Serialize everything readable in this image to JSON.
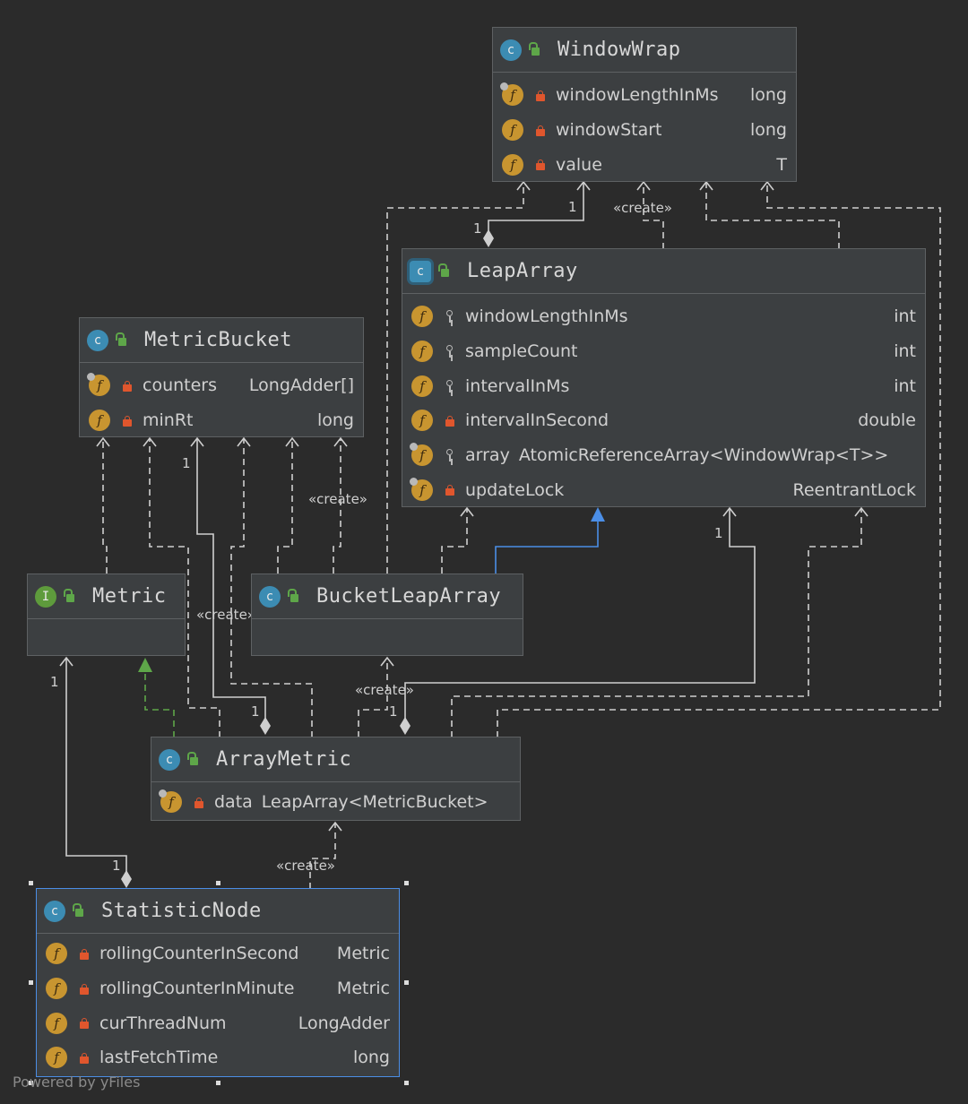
{
  "classes": {
    "window_wrap": {
      "name": "WindowWrap",
      "fields": [
        {
          "name": "windowLengthInMs",
          "type": "long"
        },
        {
          "name": "windowStart",
          "type": "long"
        },
        {
          "name": "value",
          "type": "T"
        }
      ]
    },
    "leap_array": {
      "name": "LeapArray",
      "fields": [
        {
          "name": "windowLengthInMs",
          "type": "int"
        },
        {
          "name": "sampleCount",
          "type": "int"
        },
        {
          "name": "intervalInMs",
          "type": "int"
        },
        {
          "name": "intervalInSecond",
          "type": "double"
        },
        {
          "name": "array",
          "type": "AtomicReferenceArray<WindowWrap<T>>"
        },
        {
          "name": "updateLock",
          "type": "ReentrantLock"
        }
      ]
    },
    "metric_bucket": {
      "name": "MetricBucket",
      "fields": [
        {
          "name": "counters",
          "type": "LongAdder[]"
        },
        {
          "name": "minRt",
          "type": "long"
        }
      ]
    },
    "metric": {
      "name": "Metric"
    },
    "bucket_leap_array": {
      "name": "BucketLeapArray"
    },
    "array_metric": {
      "name": "ArrayMetric",
      "fields": [
        {
          "name": "data",
          "type": "LeapArray<MetricBucket>"
        }
      ]
    },
    "statistic_node": {
      "name": "StatisticNode",
      "fields": [
        {
          "name": "rollingCounterInSecond",
          "type": "Metric"
        },
        {
          "name": "rollingCounterInMinute",
          "type": "Metric"
        },
        {
          "name": "curThreadNum",
          "type": "LongAdder"
        },
        {
          "name": "lastFetchTime",
          "type": "long"
        }
      ]
    }
  },
  "edge_labels": {
    "create": "«create»",
    "one": "1"
  },
  "watermark": "Powered by yFiles",
  "colors": {
    "background": "#2b2b2b",
    "node_fill": "#3c3f41",
    "edge": "#cfcfcf",
    "inheritance": "#4b8ee6",
    "realization": "#5ea649",
    "field_icon": "#c89530",
    "private_lock": "#e0562d",
    "selection": "#4b8ee6"
  }
}
